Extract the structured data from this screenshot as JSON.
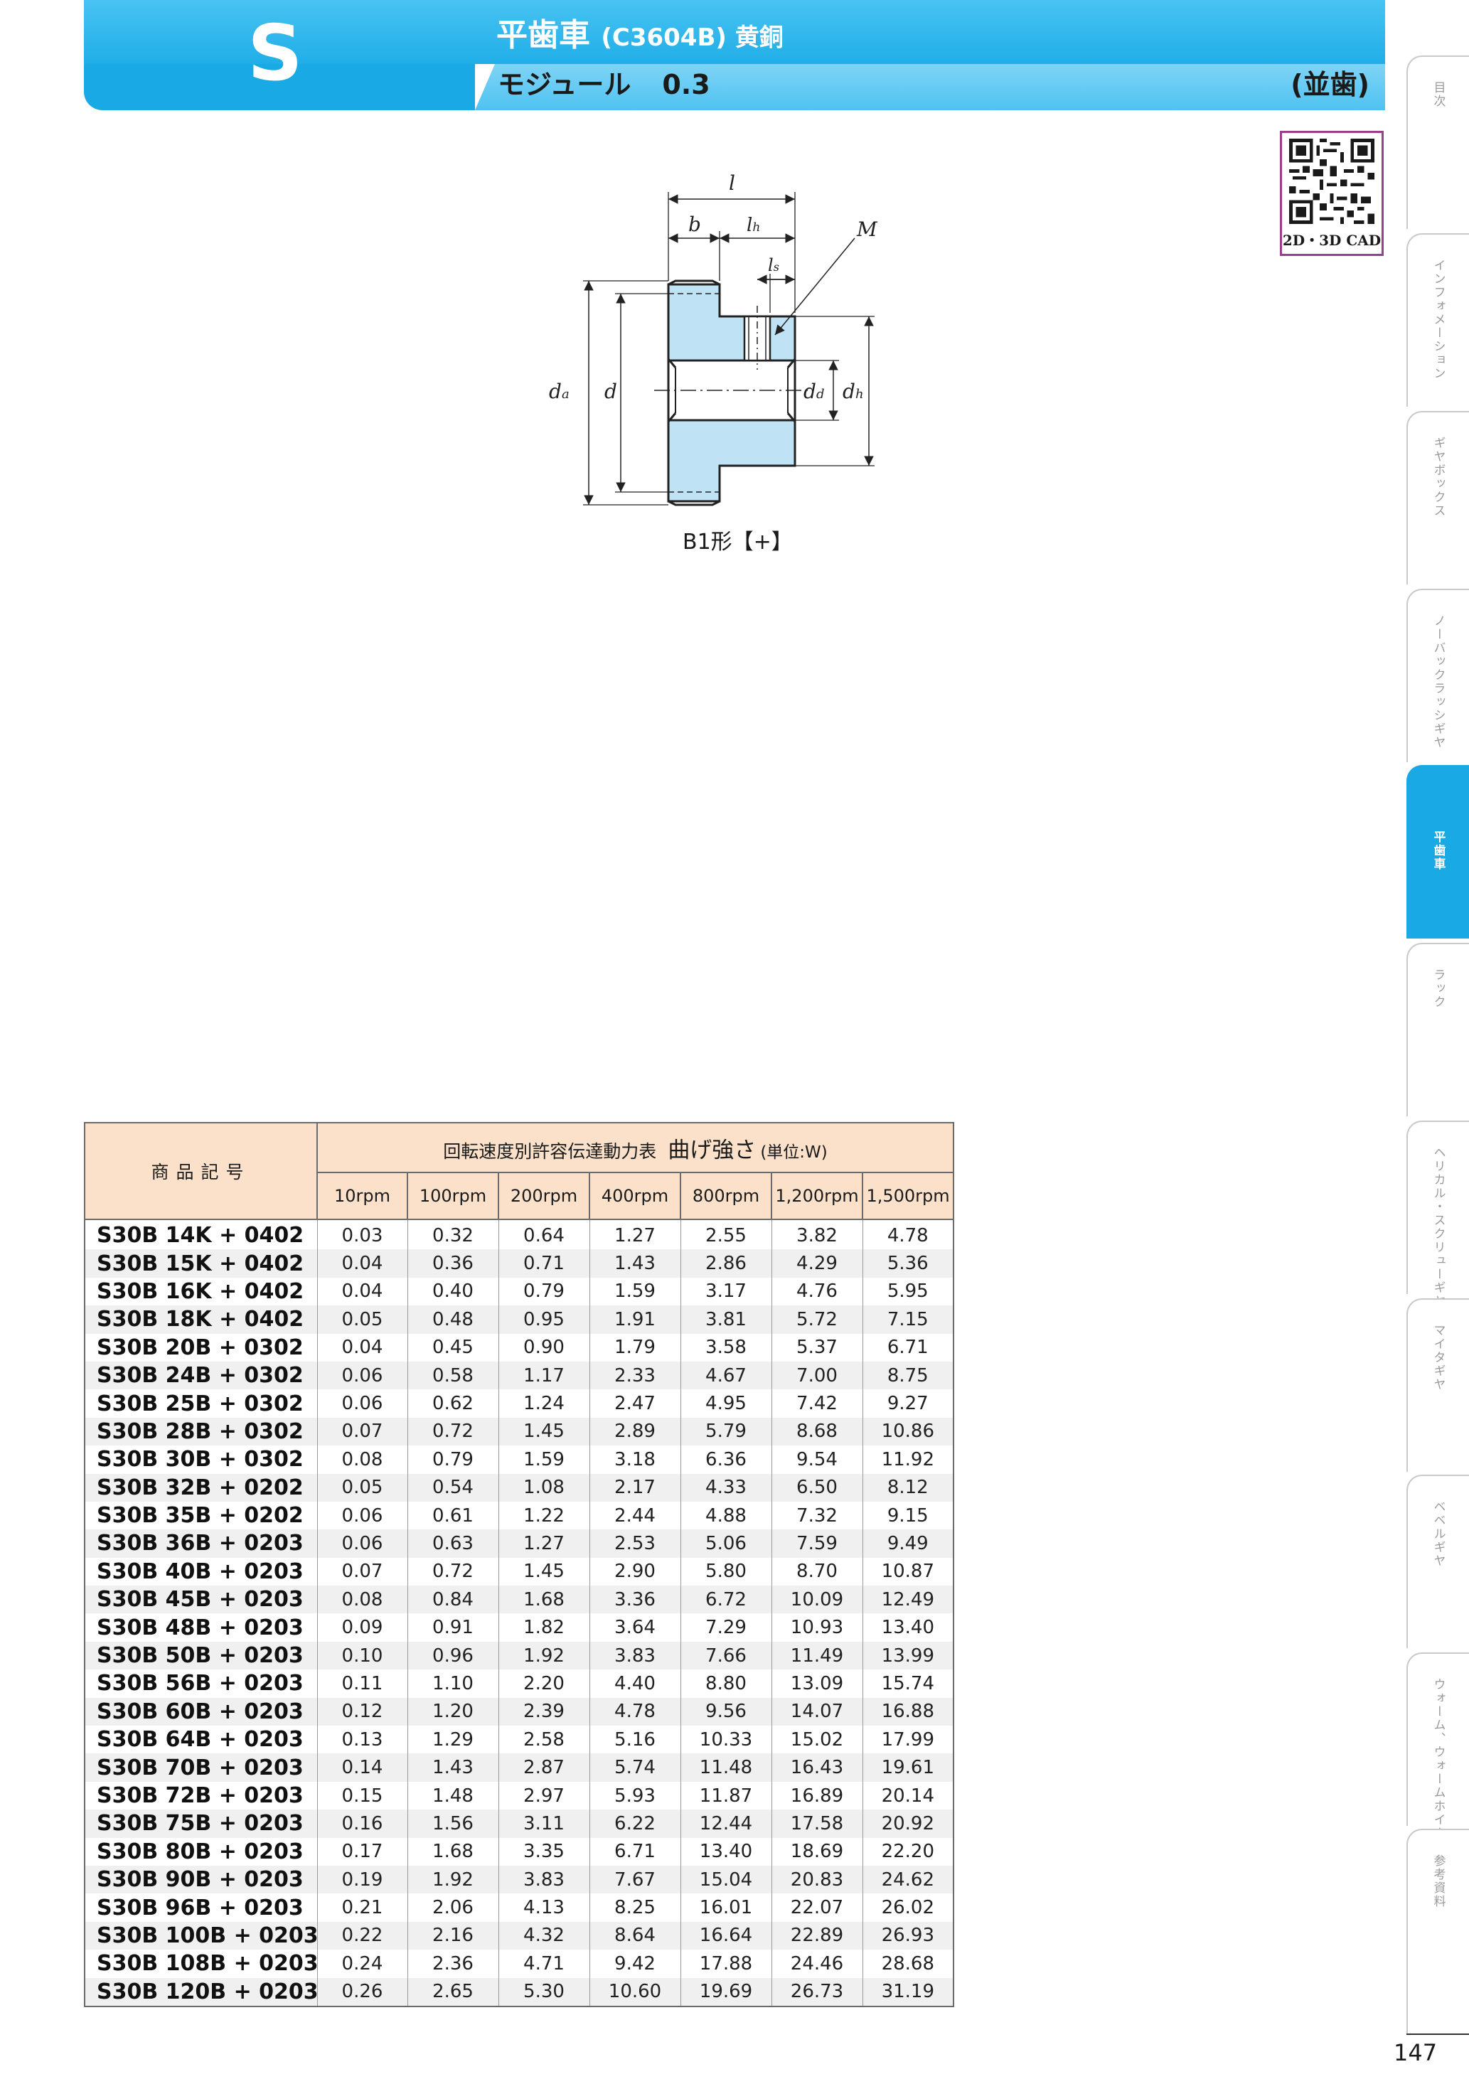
{
  "header": {
    "series_letter": "S",
    "title": "平歯車",
    "material": "(C3604B) 黄銅",
    "module_label": "モジュール",
    "module_value": "0.3",
    "tooth_type": "(並歯)"
  },
  "qr_badge": {
    "label": "2D・3D CAD",
    "icon": "qr-code-icon"
  },
  "drawing": {
    "labels": {
      "l": "l",
      "b": "b",
      "lh": "lh",
      "ls": "ls",
      "M": "M",
      "da": "da",
      "d": "d",
      "dd": "dd",
      "dh": "dh"
    },
    "caption": "B1形【+】",
    "colors": {
      "fill": "#bfe3f4",
      "stroke": "#222222"
    }
  },
  "side_tabs": [
    {
      "label": "目次",
      "active": false
    },
    {
      "label": "インフォメーション",
      "active": false
    },
    {
      "label": "ギヤボックス",
      "active": false
    },
    {
      "label": "ノーバックラッシギヤ",
      "active": false
    },
    {
      "label": "平歯車",
      "active": true
    },
    {
      "label": "ラック",
      "active": false
    },
    {
      "label": "ヘリカル・スクリューギヤ",
      "active": false
    },
    {
      "label": "マイタギヤ",
      "active": false
    },
    {
      "label": "ベベルギヤ",
      "active": false
    },
    {
      "label": "ウォーム、ウォームホイール",
      "active": false
    },
    {
      "label": "参考資料",
      "active": false
    }
  ],
  "page_number": "147",
  "table": {
    "product_header": "商品記号",
    "group_header": "回転速度別許容伝達動力表",
    "group_header_emph": "曲げ強さ",
    "group_header_unit": "(単位:W)",
    "columns": [
      "10rpm",
      "100rpm",
      "200rpm",
      "400rpm",
      "800rpm",
      "1,200rpm",
      "1,500rpm"
    ],
    "rows": [
      {
        "code": "S30B 14K + 0402",
        "values": [
          "0.03",
          "0.32",
          "0.64",
          "1.27",
          "2.55",
          "3.82",
          "4.78"
        ]
      },
      {
        "code": "S30B 15K + 0402",
        "values": [
          "0.04",
          "0.36",
          "0.71",
          "1.43",
          "2.86",
          "4.29",
          "5.36"
        ]
      },
      {
        "code": "S30B 16K + 0402",
        "values": [
          "0.04",
          "0.40",
          "0.79",
          "1.59",
          "3.17",
          "4.76",
          "5.95"
        ]
      },
      {
        "code": "S30B 18K + 0402",
        "values": [
          "0.05",
          "0.48",
          "0.95",
          "1.91",
          "3.81",
          "5.72",
          "7.15"
        ]
      },
      {
        "code": "S30B 20B + 0302",
        "values": [
          "0.04",
          "0.45",
          "0.90",
          "1.79",
          "3.58",
          "5.37",
          "6.71"
        ]
      },
      {
        "code": "S30B 24B + 0302",
        "values": [
          "0.06",
          "0.58",
          "1.17",
          "2.33",
          "4.67",
          "7.00",
          "8.75"
        ]
      },
      {
        "code": "S30B 25B + 0302",
        "values": [
          "0.06",
          "0.62",
          "1.24",
          "2.47",
          "4.95",
          "7.42",
          "9.27"
        ]
      },
      {
        "code": "S30B 28B + 0302",
        "values": [
          "0.07",
          "0.72",
          "1.45",
          "2.89",
          "5.79",
          "8.68",
          "10.86"
        ]
      },
      {
        "code": "S30B 30B + 0302",
        "values": [
          "0.08",
          "0.79",
          "1.59",
          "3.18",
          "6.36",
          "9.54",
          "11.92"
        ]
      },
      {
        "code": "S30B 32B + 0202",
        "values": [
          "0.05",
          "0.54",
          "1.08",
          "2.17",
          "4.33",
          "6.50",
          "8.12"
        ]
      },
      {
        "code": "S30B 35B + 0202",
        "values": [
          "0.06",
          "0.61",
          "1.22",
          "2.44",
          "4.88",
          "7.32",
          "9.15"
        ]
      },
      {
        "code": "S30B 36B + 0203",
        "values": [
          "0.06",
          "0.63",
          "1.27",
          "2.53",
          "5.06",
          "7.59",
          "9.49"
        ]
      },
      {
        "code": "S30B 40B + 0203",
        "values": [
          "0.07",
          "0.72",
          "1.45",
          "2.90",
          "5.80",
          "8.70",
          "10.87"
        ]
      },
      {
        "code": "S30B 45B + 0203",
        "values": [
          "0.08",
          "0.84",
          "1.68",
          "3.36",
          "6.72",
          "10.09",
          "12.49"
        ]
      },
      {
        "code": "S30B 48B + 0203",
        "values": [
          "0.09",
          "0.91",
          "1.82",
          "3.64",
          "7.29",
          "10.93",
          "13.40"
        ]
      },
      {
        "code": "S30B 50B + 0203",
        "values": [
          "0.10",
          "0.96",
          "1.92",
          "3.83",
          "7.66",
          "11.49",
          "13.99"
        ]
      },
      {
        "code": "S30B 56B + 0203",
        "values": [
          "0.11",
          "1.10",
          "2.20",
          "4.40",
          "8.80",
          "13.09",
          "15.74"
        ]
      },
      {
        "code": "S30B 60B + 0203",
        "values": [
          "0.12",
          "1.20",
          "2.39",
          "4.78",
          "9.56",
          "14.07",
          "16.88"
        ]
      },
      {
        "code": "S30B 64B + 0203",
        "values": [
          "0.13",
          "1.29",
          "2.58",
          "5.16",
          "10.33",
          "15.02",
          "17.99"
        ]
      },
      {
        "code": "S30B 70B + 0203",
        "values": [
          "0.14",
          "1.43",
          "2.87",
          "5.74",
          "11.48",
          "16.43",
          "19.61"
        ]
      },
      {
        "code": "S30B 72B + 0203",
        "values": [
          "0.15",
          "1.48",
          "2.97",
          "5.93",
          "11.87",
          "16.89",
          "20.14"
        ]
      },
      {
        "code": "S30B 75B + 0203",
        "values": [
          "0.16",
          "1.56",
          "3.11",
          "6.22",
          "12.44",
          "17.58",
          "20.92"
        ]
      },
      {
        "code": "S30B 80B + 0203",
        "values": [
          "0.17",
          "1.68",
          "3.35",
          "6.71",
          "13.40",
          "18.69",
          "22.20"
        ]
      },
      {
        "code": "S30B 90B + 0203",
        "values": [
          "0.19",
          "1.92",
          "3.83",
          "7.67",
          "15.04",
          "20.83",
          "24.62"
        ]
      },
      {
        "code": "S30B 96B + 0203",
        "values": [
          "0.21",
          "2.06",
          "4.13",
          "8.25",
          "16.01",
          "22.07",
          "26.02"
        ]
      },
      {
        "code": "S30B 100B + 0203",
        "values": [
          "0.22",
          "2.16",
          "4.32",
          "8.64",
          "16.64",
          "22.89",
          "26.93"
        ]
      },
      {
        "code": "S30B 108B + 0203",
        "values": [
          "0.24",
          "2.36",
          "4.71",
          "9.42",
          "17.88",
          "24.46",
          "28.68"
        ]
      },
      {
        "code": "S30B 120B + 0203",
        "values": [
          "0.26",
          "2.65",
          "5.30",
          "10.60",
          "19.69",
          "26.73",
          "31.19"
        ]
      }
    ]
  }
}
